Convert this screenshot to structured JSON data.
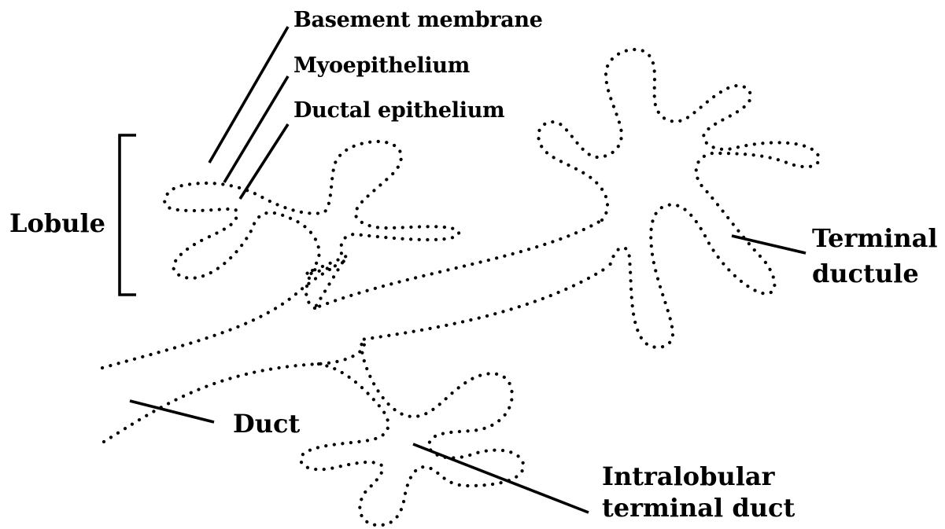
{
  "labels": {
    "basement_membrane": "Basement membrane",
    "myoepithelium": "Myoepithelium",
    "ductal_epithelium": "Ductal epithelium",
    "lobule": "Lobule",
    "terminal_ductule_line1": "Terminal",
    "terminal_ductule_line2": "ductule",
    "duct": "Duct",
    "intralobular_line1": "Intralobular",
    "intralobular_line2": "terminal duct"
  },
  "colors": {
    "ink": "#000000",
    "background": "#ffffff"
  }
}
